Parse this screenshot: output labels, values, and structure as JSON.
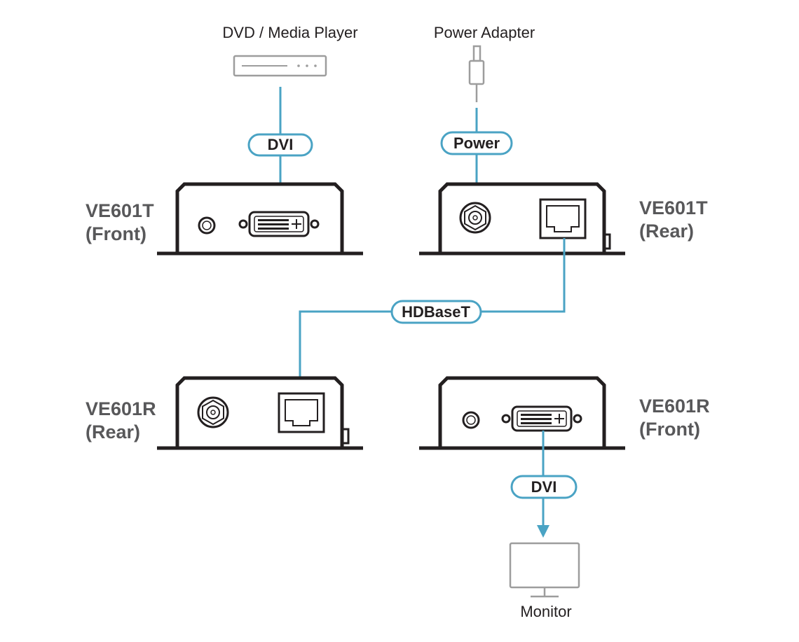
{
  "source": {
    "label": "DVD / Media Player"
  },
  "power_adapter": {
    "label": "Power Adapter"
  },
  "cables": {
    "dvi_in": "DVI",
    "power": "Power",
    "hdbaset": "HDBaseT",
    "dvi_out": "DVI"
  },
  "devices": {
    "tx_front": {
      "model": "VE601T",
      "side": "(Front)"
    },
    "tx_rear": {
      "model": "VE601T",
      "side": "(Rear)"
    },
    "rx_rear": {
      "model": "VE601R",
      "side": "(Rear)"
    },
    "rx_front": {
      "model": "VE601R",
      "side": "(Front)"
    }
  },
  "monitor": {
    "label": "Monitor"
  },
  "colors": {
    "cable": "#4aa3c4",
    "outline": "#231f20",
    "device_label": "#58585a",
    "peripheral": "#9d9d9d"
  }
}
